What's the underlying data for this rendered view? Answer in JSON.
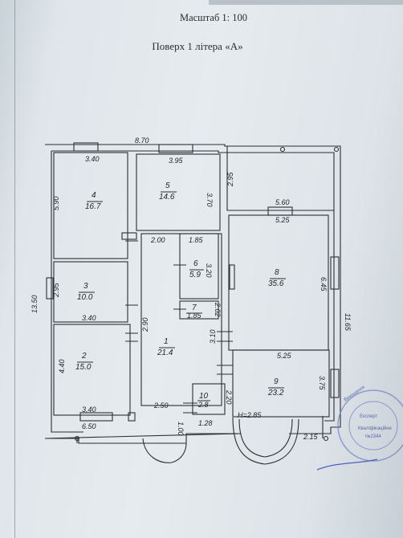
{
  "header": {
    "scale_text": "Масштаб 1: 100",
    "floor_text": "Поверх 1 літера «А»"
  },
  "dimensions": {
    "top_width": "8.70",
    "left_height": "13.50",
    "right_height": "11.65",
    "bottom_width": "6.50",
    "porch_gap": "1.00",
    "corner_bottom_right": "2.15",
    "h_mark": "H=2.85",
    "r4_top": "3.40",
    "r4_side": "5.90",
    "r5_top": "3.95",
    "r5_side": "3.70",
    "r3_side": "2.95",
    "r3_bottom": "3.40",
    "r2_side": "4.40",
    "r2_bottom": "3.40",
    "r6_top": "1.85",
    "r6_side": "3.20",
    "r7_side": "2.02",
    "r1_top": "2.00",
    "r1_side": "2.90",
    "r1_side2": "3.10",
    "r1_bottom": "2.50",
    "r10_side": "2.20",
    "r10_bottom": "1.28",
    "r8_top": "5.60",
    "r8_top2": "5.25",
    "r8_side": "6.45",
    "r9_top": "5.25",
    "r9_side": "3.75",
    "terrace_side": "2.95"
  },
  "rooms": [
    {
      "num": "4",
      "area": "16.7"
    },
    {
      "num": "5",
      "area": "14.6"
    },
    {
      "num": "3",
      "area": "10.0"
    },
    {
      "num": "2",
      "area": "15.0"
    },
    {
      "num": "6",
      "area": "5.9"
    },
    {
      "num": "7",
      "area": "1.85"
    },
    {
      "num": "1",
      "area": "21.4"
    },
    {
      "num": "10",
      "area": "2.8"
    },
    {
      "num": "8",
      "area": "35.6"
    },
    {
      "num": "9",
      "area": "23.2"
    }
  ],
  "stamp": {
    "line1": "Експерт",
    "line2": "Кваліфікаційне",
    "line3": "№2344",
    "ring": "Виконання"
  }
}
